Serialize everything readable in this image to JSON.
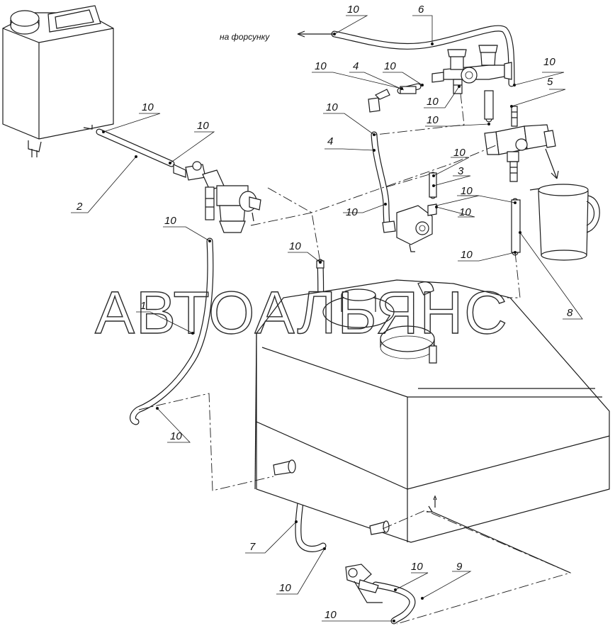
{
  "injector_note": "на форсунку",
  "watermark": "АВТОАЛЬЯНС",
  "callouts": {
    "c1": "1",
    "c2": "2",
    "c3": "3",
    "c4a": "4",
    "c4b": "4",
    "c5": "5",
    "c6": "6",
    "c7": "7",
    "c8": "8",
    "c9": "9",
    "t01": "10",
    "t02": "10",
    "t03": "10",
    "t04": "10",
    "t05": "10",
    "t06": "10",
    "t07": "10",
    "t08": "10",
    "t09": "10",
    "t10": "10",
    "t11": "10",
    "t12": "10",
    "t13": "10",
    "t14": "10",
    "t15": "10",
    "t16": "10",
    "t17": "10",
    "t18": "10",
    "t19": "10",
    "t20": "10"
  }
}
